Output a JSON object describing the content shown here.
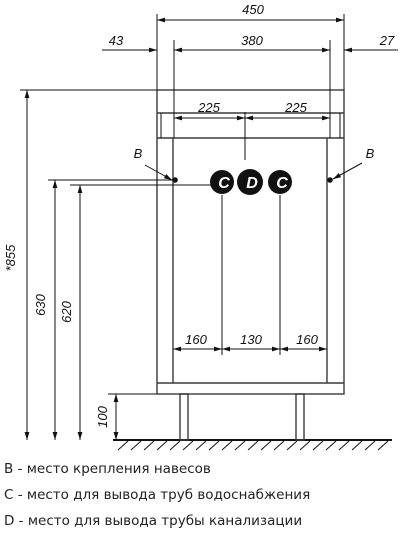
{
  "dimensions": {
    "total_width": "450",
    "left_overhang": "43",
    "body_width": "380",
    "right_overhang": "27",
    "half_left": "225",
    "half_right": "225",
    "total_height": "*855",
    "height_630": "630",
    "height_620": "620",
    "leg_height": "100",
    "span_left": "160",
    "span_mid": "130",
    "span_right": "160"
  },
  "markers": {
    "b_left": "B",
    "b_right": "B",
    "c_left": "C",
    "d": "D",
    "c_right": "C"
  },
  "legend": [
    "B - место крепления навесов",
    "C - место для вывода труб водоснабжения",
    "D - место для вывода трубы канализации"
  ]
}
